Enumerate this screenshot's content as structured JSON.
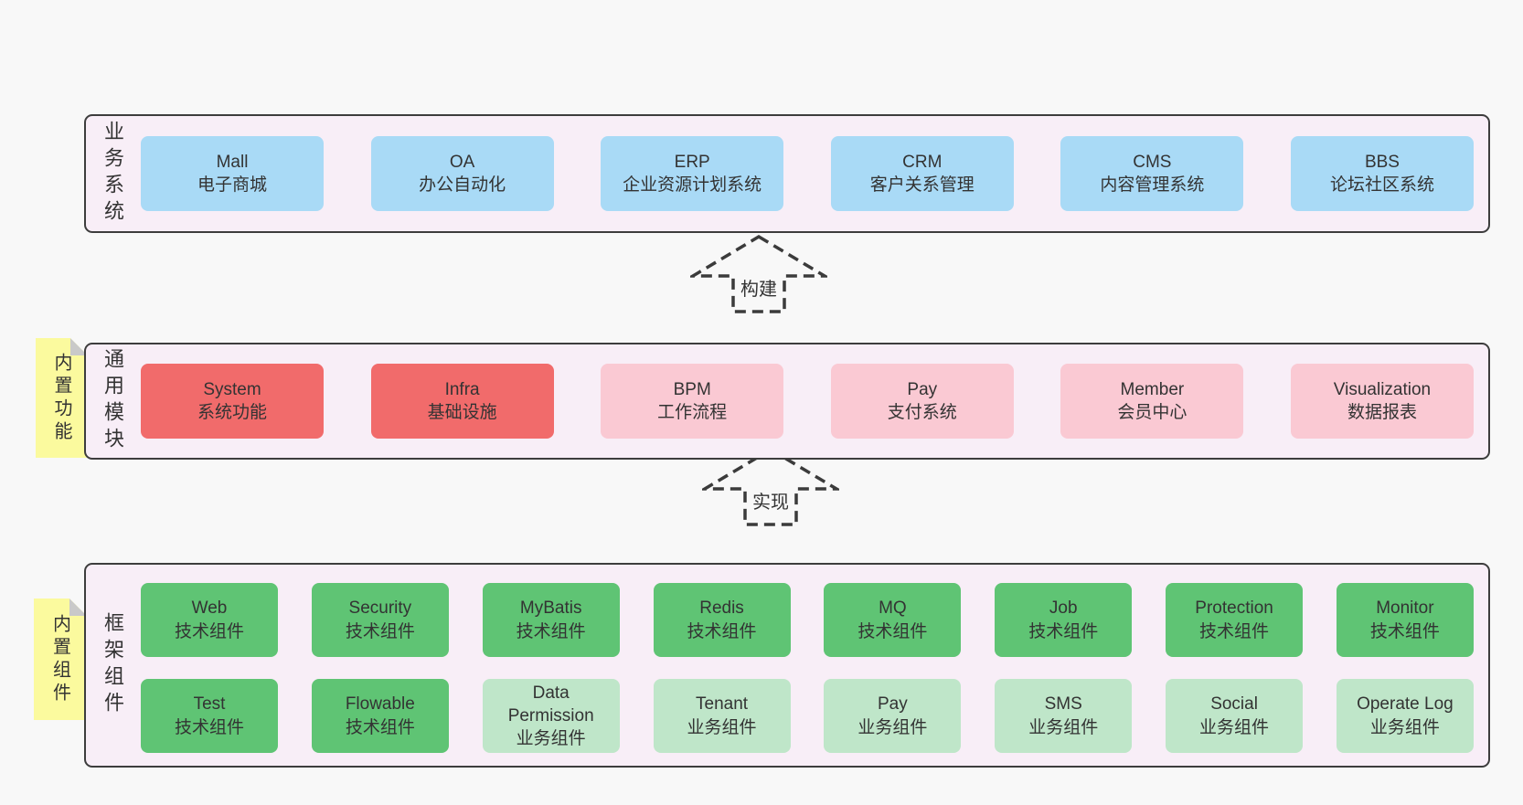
{
  "colors": {
    "page_bg": "#f8f8f8",
    "panel_bg": "#f8eef7",
    "panel_border": "#3d3d3d",
    "blue": "#a9daf6",
    "red": "#f16b6b",
    "pink": "#fac9d3",
    "green": "#5fc474",
    "light_green": "#bfe6c9",
    "sticky_yellow": "#fbfa9e",
    "sticky_fold": "#c9c9c9",
    "arrow_line": "#3b3b3b",
    "text": "#333333"
  },
  "arrows": [
    {
      "label": "构建"
    },
    {
      "label": "实现"
    }
  ],
  "layers": {
    "business": {
      "label": "业务系统",
      "boxes": [
        {
          "en": "Mall",
          "zh": "电子商城"
        },
        {
          "en": "OA",
          "zh": "办公自动化"
        },
        {
          "en": "ERP",
          "zh": "企业资源计划系统"
        },
        {
          "en": "CRM",
          "zh": "客户关系管理"
        },
        {
          "en": "CMS",
          "zh": "内容管理系统"
        },
        {
          "en": "BBS",
          "zh": "论坛社区系统"
        }
      ]
    },
    "modules": {
      "label": "通用模块",
      "sticky": "内置功能",
      "boxes": [
        {
          "en": "System",
          "zh": "系统功能"
        },
        {
          "en": "Infra",
          "zh": "基础设施"
        },
        {
          "en": "BPM",
          "zh": "工作流程"
        },
        {
          "en": "Pay",
          "zh": "支付系统"
        },
        {
          "en": "Member",
          "zh": "会员中心"
        },
        {
          "en": "Visualization",
          "zh": "数据报表"
        }
      ]
    },
    "components": {
      "label": "框架组件",
      "sticky": "内置组件",
      "row1": [
        {
          "en": "Web",
          "zh": "技术组件"
        },
        {
          "en": "Security",
          "zh": "技术组件"
        },
        {
          "en": "MyBatis",
          "zh": "技术组件"
        },
        {
          "en": "Redis",
          "zh": "技术组件"
        },
        {
          "en": "MQ",
          "zh": "技术组件"
        },
        {
          "en": "Job",
          "zh": "技术组件"
        },
        {
          "en": "Protection",
          "zh": "技术组件"
        },
        {
          "en": "Monitor",
          "zh": "技术组件"
        }
      ],
      "row2": [
        {
          "en": "Test",
          "zh": "技术组件"
        },
        {
          "en": "Flowable",
          "zh": "技术组件"
        },
        {
          "en": "Data Permission",
          "zh": "业务组件"
        },
        {
          "en": "Tenant",
          "zh": "业务组件"
        },
        {
          "en": "Pay",
          "zh": "业务组件"
        },
        {
          "en": "SMS",
          "zh": "业务组件"
        },
        {
          "en": "Social",
          "zh": "业务组件"
        },
        {
          "en": "Operate Log",
          "zh": "业务组件"
        }
      ]
    }
  }
}
